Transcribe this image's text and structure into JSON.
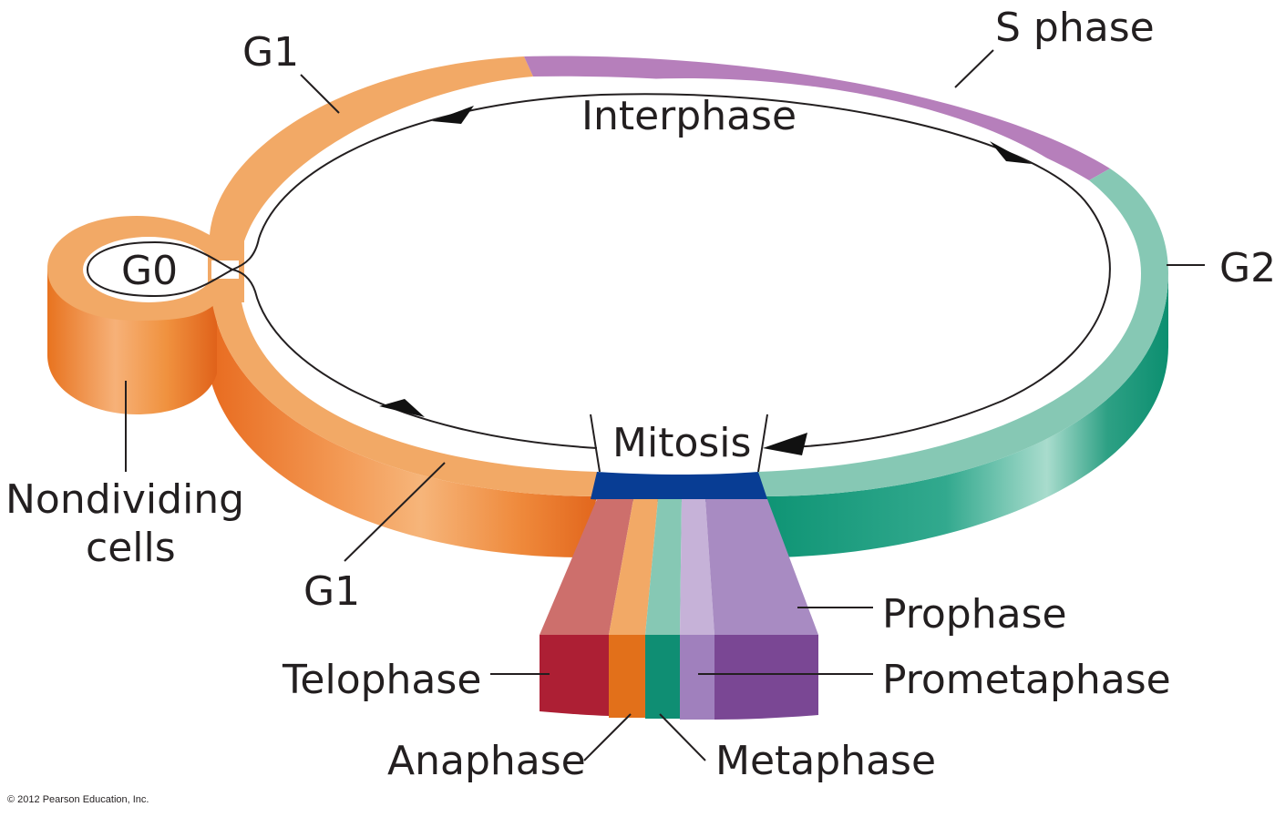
{
  "labels": {
    "g1_top": "G1",
    "s_phase": "S phase",
    "interphase": "Interphase",
    "g2": "G2",
    "g0": "G0",
    "mitosis": "Mitosis",
    "nondividing_line1": "Nondividing",
    "nondividing_line2": "cells",
    "g1_bottom": "G1",
    "prophase": "Prophase",
    "prometaphase": "Prometaphase",
    "telophase": "Telophase",
    "anaphase": "Anaphase",
    "metaphase": "Metaphase"
  },
  "copyright": "© 2012 Pearson Education, Inc.",
  "colors": {
    "g1": "#f2a966",
    "g1_dark": "#e2661c",
    "s_phase": "#b67fbb",
    "g2": "#86c8b4",
    "g2_dark": "#0e9a7c",
    "mitosis": "#083d94",
    "telophase": "#ad1f34",
    "anaphase": "#e2701a",
    "metaphase": "#0f8e73",
    "prometaphase": "#a080bd",
    "prophase": "#7a4794"
  }
}
